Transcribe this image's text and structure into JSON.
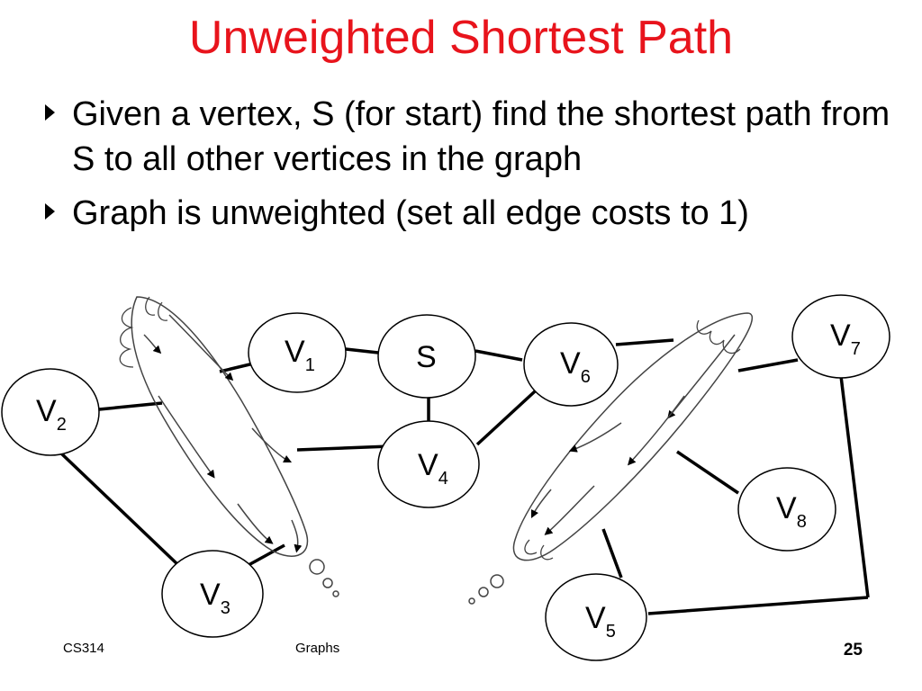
{
  "slide": {
    "title": "Unweighted Shortest Path",
    "bullets": [
      "Given a vertex, S (for start) find the shortest path from S to all other vertices in the graph",
      "Graph is unweighted (set all edge costs to 1)"
    ],
    "footer_left": "CS314",
    "footer_center": "Graphs",
    "page_number": "25",
    "title_color": "#e8141c"
  },
  "graph": {
    "vertices": [
      {
        "id": "S",
        "label": "S",
        "sub": ""
      },
      {
        "id": "V1",
        "label": "V",
        "sub": "1"
      },
      {
        "id": "V2",
        "label": "V",
        "sub": "2"
      },
      {
        "id": "V3",
        "label": "V",
        "sub": "3"
      },
      {
        "id": "V4",
        "label": "V",
        "sub": "4"
      },
      {
        "id": "V5",
        "label": "V",
        "sub": "5"
      },
      {
        "id": "V6",
        "label": "V",
        "sub": "6"
      },
      {
        "id": "V7",
        "label": "V",
        "sub": "7"
      },
      {
        "id": "V8",
        "label": "V",
        "sub": "8"
      }
    ],
    "edges": [
      [
        "V1",
        "S"
      ],
      [
        "S",
        "V6"
      ],
      [
        "S",
        "V4"
      ],
      [
        "V4",
        "V6"
      ],
      [
        "V6",
        "V7"
      ],
      [
        "V7",
        "V5"
      ],
      [
        "V2",
        "V3"
      ]
    ],
    "thought_bubbles": 2
  }
}
